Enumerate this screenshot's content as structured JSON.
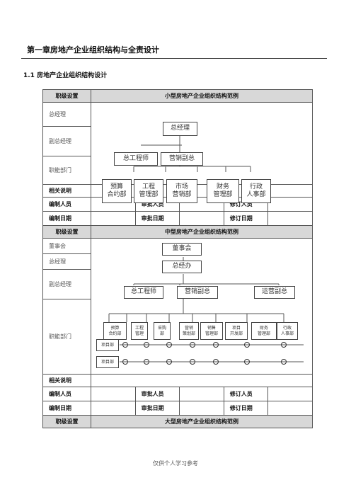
{
  "chapter_title": "第一章房地产企业组织结构与全责设计",
  "section_title": "1.1 房地产企业组织结构设计",
  "table": {
    "col_level": "职级设置",
    "small_title": "小型房地产企业组织结构范例",
    "medium_title": "中型房地产企业组织结构范例",
    "large_title": "大型房地产企业组织结构范例",
    "gm": "总经理",
    "deputy": "副总经理",
    "functional": "职能部门",
    "board": "董事会",
    "related": "相关说明",
    "compiler": "编制人员",
    "reviewer": "审批人员",
    "reviser": "修订人员",
    "compile_date": "编制日期",
    "review_date": "审批日期",
    "revise_date": "修订日期"
  },
  "small_chart": {
    "gm_box": "总经理",
    "chief_engineer": "总工程师",
    "sales_deputy": "营销副总",
    "depts": [
      "预算\n合约部",
      "工程\n管理部",
      "市场\n营销部",
      "财务\n管理部",
      "行政\n人事部"
    ]
  },
  "medium_chart": {
    "board_box": "董事会",
    "gm_office": "总经办",
    "chief_engineer": "总工程师",
    "sales_deputy": "营销副总",
    "ops_deputy": "运营副总",
    "depts": [
      "预算\n合约部",
      "工程\n管理",
      "采购\n部",
      "营销\n策划部",
      "销售\n管理部",
      "项目\n开发部",
      "财务\n管理部",
      "行政\n人事部"
    ],
    "projects": [
      "项目部",
      "项目部"
    ]
  },
  "footer": "仅供个人学习参考"
}
